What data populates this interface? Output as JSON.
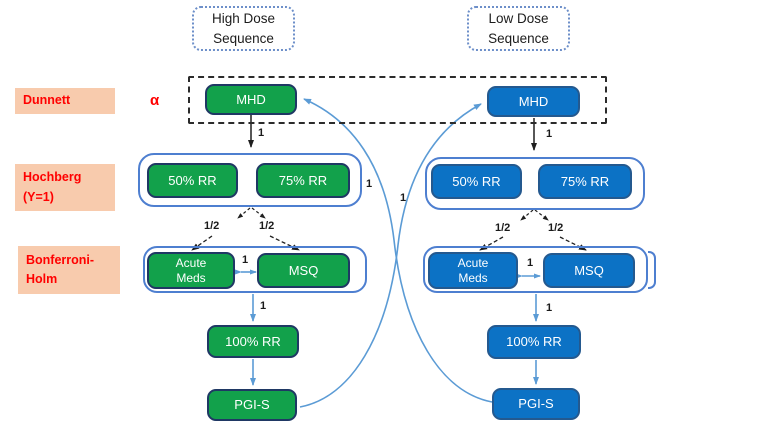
{
  "colors": {
    "green_fill": "#12A14B",
    "green_border": "#1F3864",
    "blue_fill": "#0C72C5",
    "blue_border": "#24598F",
    "container_stroke": "#4E7FD0",
    "arrow_blue": "#5B9BD5",
    "label_bg": "#F8CBAD",
    "label_text": "#FF0000",
    "dashed_stroke": "#2b2b2b",
    "dotted_stroke": "#6D8FC9",
    "node_text": "#FFFFFF"
  },
  "headers": {
    "high": {
      "line1": "High Dose",
      "line2": "Sequence"
    },
    "low": {
      "line1": "Low Dose",
      "line2": "Sequence"
    }
  },
  "row_labels": {
    "dunnett": "Dunnett",
    "hochberg": {
      "line1": "Hochberg",
      "line2": "(Υ=1)"
    },
    "bonferroni": {
      "line1": "Bonferroni-",
      "line2": "Holm"
    }
  },
  "alpha": "α",
  "nodes": {
    "high": {
      "mhd": "MHD",
      "rr50": "50% RR",
      "rr75": "75% RR",
      "acute": {
        "line1": "Acute",
        "line2": "Meds"
      },
      "msq": "MSQ",
      "rr100": "100% RR",
      "pgis": "PGI-S"
    },
    "low": {
      "mhd": "MHD",
      "rr50": "50% RR",
      "rr75": "75% RR",
      "acute": {
        "line1": "Acute",
        "line2": "Meds"
      },
      "msq": "MSQ",
      "rr100": "100% RR",
      "pgis": "PGI-S"
    }
  },
  "edge_labels": {
    "one": "1",
    "half": "1/2"
  }
}
